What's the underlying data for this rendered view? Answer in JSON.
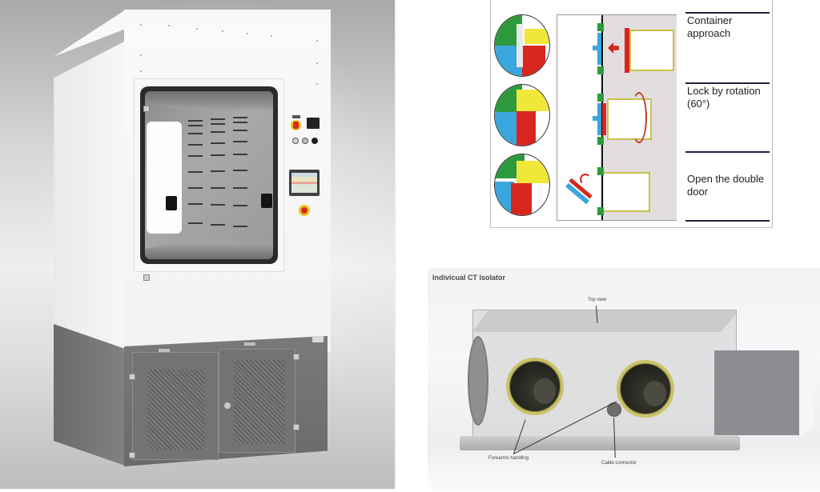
{
  "layout": {
    "panels": [
      "machine-photo",
      "docking-diagram",
      "isolator-render"
    ]
  },
  "machine_photo": {
    "subject": "isolator-cabinet",
    "control_panel": {
      "items": [
        "main-switch",
        "temperature-controller",
        "indicator-light-1",
        "indicator-light-2",
        "selector-switch",
        "hmi-touchscreen",
        "emergency-stop"
      ]
    },
    "colors": {
      "cabinet": "#f7f7f7",
      "base": "#727272",
      "window_frame": "#2b2b2b",
      "estop_red": "#d62b1f",
      "estop_yellow": "#e8c41b"
    }
  },
  "diagram": {
    "steps": [
      {
        "label_line1": "Container",
        "label_line2": "approach"
      },
      {
        "label_line1": "Lock by rotation",
        "label_line2": "(60°)"
      },
      {
        "label_line1": "Open the double",
        "label_line2": "door"
      }
    ],
    "colors": {
      "green": "#2e9a3e",
      "blue": "#3aa6de",
      "yellow": "#f1e63a",
      "red": "#d8261f",
      "panel_gray": "#e3dede",
      "rule": "#1c2340"
    }
  },
  "isolator": {
    "title": "Indivicual CT Isolator",
    "annotations": {
      "top_view": "Top view",
      "forearms_handling": "Forearms handling",
      "cable_connector": "Cable connector"
    },
    "colors": {
      "port_ring": "#c9c268",
      "sidebox": "#8e8c93"
    }
  }
}
